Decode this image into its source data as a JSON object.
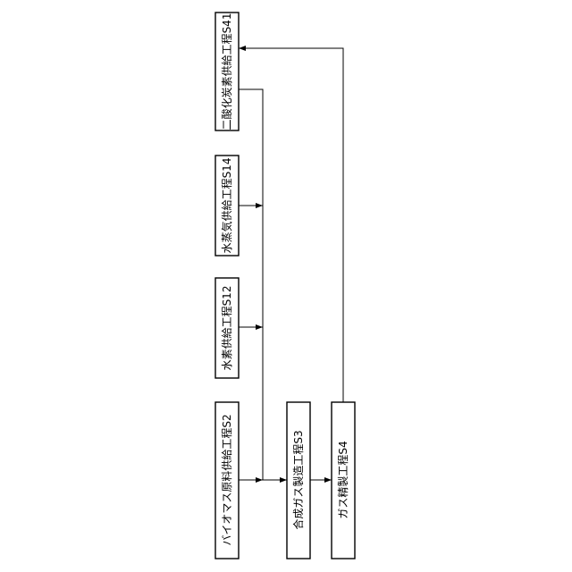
{
  "diagram": {
    "steps": {
      "s41": "二酸化炭素供給工程S41",
      "s14": "水蒸気供給工程S14",
      "s12": "水素供給工程S12",
      "s2": "バイオマス原料供給工程S2",
      "s3": "合成ガス製造工程S3",
      "s4": "ガス精製工程S4"
    }
  }
}
